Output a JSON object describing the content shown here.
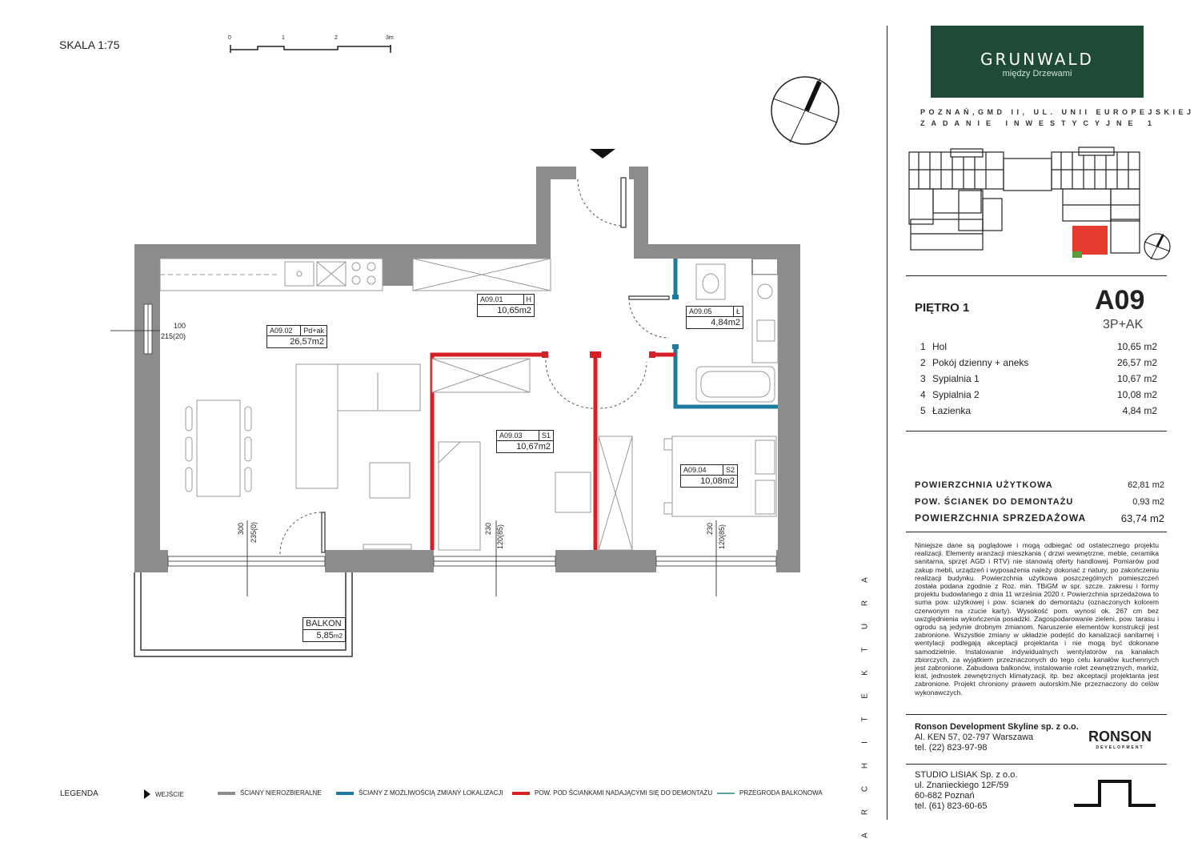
{
  "scale": {
    "label": "SKALA 1:75",
    "ticks": [
      "0",
      "1",
      "2",
      "3m"
    ]
  },
  "rooms": [
    {
      "code": "A09.01",
      "type": "H",
      "area": "10,65m2"
    },
    {
      "code": "A09.02",
      "type": "Pd+ak",
      "area": "26,57m2"
    },
    {
      "code": "A09.03",
      "type": "S1",
      "area": "10,67m2"
    },
    {
      "code": "A09.04",
      "type": "S2",
      "area": "10,08m2"
    },
    {
      "code": "A09.05",
      "type": "Ł",
      "area": "4,84m2"
    }
  ],
  "balcony": {
    "label": "BALKON",
    "area": "5,85",
    "unit": "m2"
  },
  "dims": {
    "window_left_1": "100",
    "window_left_2": "215(20)",
    "door_bottom_1": "300",
    "door_bottom_2": "235(0)",
    "window_s1_1": "230",
    "window_s1_2": "120(85)",
    "window_s2_1": "230",
    "window_s2_2": "120(85)"
  },
  "legend": {
    "title": "LEGENDA",
    "entrance": "WEJŚCIE",
    "fixed_walls": "ŚCIANY NIEROZBIERALNE",
    "movable_walls": "ŚCIANY Z MOŻLIWOŚCIĄ ZMIANY LOKALIZACJI",
    "demolish_walls": "POW. POD ŚCIANKAMI NADAJĄCYMI SIĘ DO DEMONTAŻU",
    "balcony_partition": "PRZEGRODA BALKONOWA",
    "colors": {
      "fixed": "#8c8c8c",
      "movable": "#1a7aa0",
      "demolish": "#d61f26",
      "partition": "#5aa5a0"
    }
  },
  "logo": {
    "name": "GRUNWALD",
    "tagline": "między Drzewami",
    "bg": "#1f4a36"
  },
  "address": {
    "line1": "POZNAŃ,GMD II, UL. UNII EUROPEJSKIEJ",
    "line2": "ZADANIE INWESTYCYJNE 1"
  },
  "apartment": {
    "floor": "PIĘTRO 1",
    "number": "A09",
    "type": "3P+AK",
    "rooms": [
      {
        "n": "1",
        "name": "Hol",
        "area": "10,65 m2"
      },
      {
        "n": "2",
        "name": "Pokój dzienny + aneks",
        "area": "26,57 m2"
      },
      {
        "n": "3",
        "name": "Sypialnia 1",
        "area": "10,67 m2"
      },
      {
        "n": "4",
        "name": "Sypialnia 2",
        "area": "10,08 m2"
      },
      {
        "n": "5",
        "name": "Łazienka",
        "area": "4,84 m2"
      }
    ],
    "totals": [
      {
        "label": "POWIERZCHNIA UŻYTKOWA",
        "value": "62,81 m2"
      },
      {
        "label": "POW. ŚCIANEK DO DEMONTAŻU",
        "value": "0,93 m2"
      },
      {
        "label": "POWIERZCHNIA SPRZEDAŻOWA",
        "value": "63,74 m2"
      }
    ]
  },
  "note": "Niniejsze dane są poglądowe i mogą odbiegać od ostatecznego projektu realizacji. Elementy aranżacji mieszkania ( drzwi wewnętrzne, meble, ceramika sanitarna, sprzęt AGD i RTV) nie stanowią oferty handlowej. Pomiarów pod zakup mebli, urządzeń i wyposażenia należy dokonać z natury, po zakończeniu realizacji budynku. Powierzchnia użytkowa poszczególnych pomieszczeń została podana zgodnie z Roz. min. TBiGM w spr. szcze. zakresu i formy projektu budowlanego z dnia 11 września 2020 r. Powierzchnia sprzedażowa to suma pow. użytkowej i pow. ścianek do demontażu (oznaczonych kolorem czerwonym na rzucie karty). Wysokość pom. wynosi ok. 267 cm bez uwzględnienia wykończenia posadzki. Zagospodarowanie zieleni, pow. tarasu i ogrodu są jedynie drobnym zmianom. Naruszenie elementów konstrukcji jest zabronione. Wszystkie zmiany w układzie podejść do kanalizacji sanitarnej i wentylacji podlegają akceptacji projektanta i nie mogą być dokonane samodzielnie. Instalowanie indywidualnych wentylatorów na kanałach zbiorczych, za wyjątkiem przeznaczonych do tego celu kanałów kuchennych jest zabronione. Zabudowa balkonów, instalowanie rolet zewnętrznych, markiz, krat, jednostek zewnętrznych klimatyzacji, itp. bez akceptacji projektanta jest zabronione. Projekt chroniony prawem autorskim.Nie przeznaczony do celów wykonawczych.",
  "developer": {
    "name": "Ronson Development Skyline sp. z o.o.",
    "address": "Al. KEN 57, 02-797 Warszawa",
    "phone": "tel. (22) 823-97-98",
    "logo": "RONSON",
    "logo_sub": "DEVELOPMENT"
  },
  "studio": {
    "name": "STUDIO LISIAK Sp. z o.o.",
    "street": "ul. Znanieckiego 12F/59",
    "city": "60-682 Poznań",
    "phone": "tel. (61) 823-60-65"
  },
  "architecture_vertical": "ARCHITEKTURA"
}
